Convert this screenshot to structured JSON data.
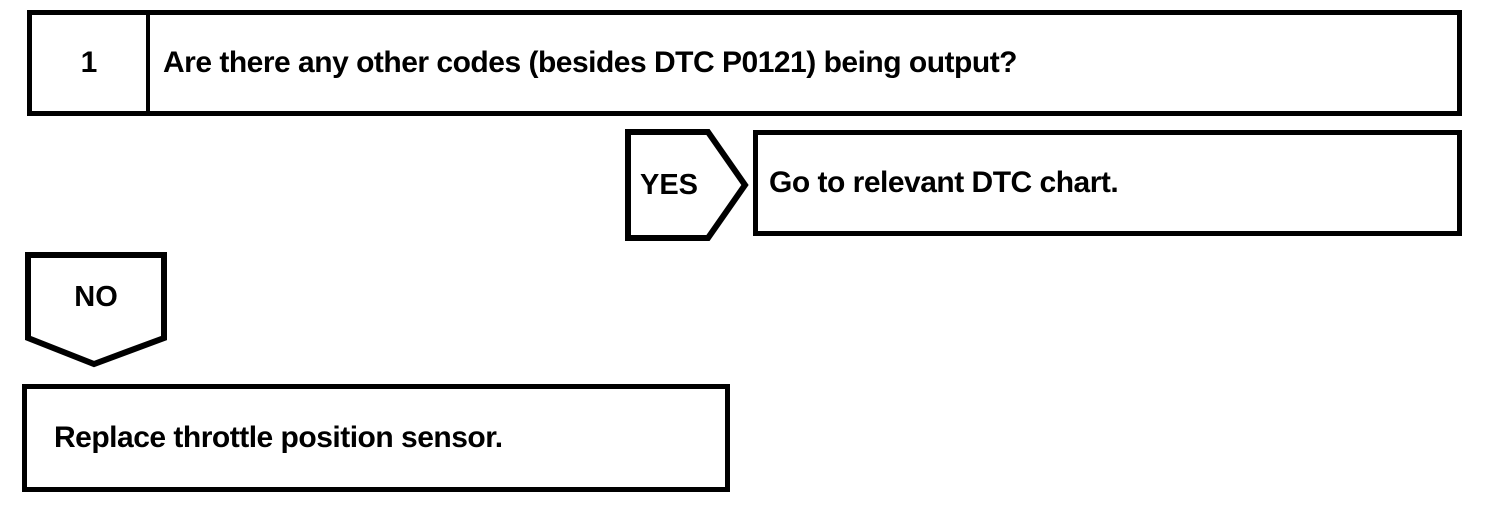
{
  "flowchart": {
    "step": {
      "number": "1",
      "question": "Are there any other codes (besides DTC P0121) being output?"
    },
    "yes_branch": {
      "label": "YES",
      "action": "Go to relevant DTC chart."
    },
    "no_branch": {
      "label": "NO",
      "action": "Replace throttle position sensor."
    },
    "colors": {
      "line": "#000000",
      "background": "#ffffff"
    }
  }
}
